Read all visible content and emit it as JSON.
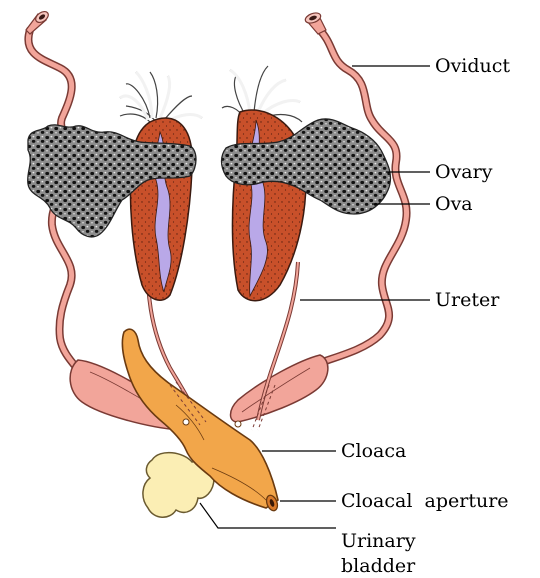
{
  "labels": {
    "oviduct": "Oviduct",
    "ovary": "Ovary",
    "ova": "Ova",
    "ureter": "Ureter",
    "cloaca": "Cloaca",
    "cloacal_aperture": "Cloacal  aperture",
    "urinary_bladder_line1": "Urinary",
    "urinary_bladder_line2": "bladder"
  },
  "colors": {
    "oviduct": "#f2a59a",
    "oviduct_outline": "#7a3a34",
    "kidney": "#c8502a",
    "kidney_duct": "#b9a8e8",
    "ovary_base": "#9a9a9a",
    "cloaca": "#f2a64a",
    "bladder": "#fbeeb4",
    "leader": "#000000"
  }
}
